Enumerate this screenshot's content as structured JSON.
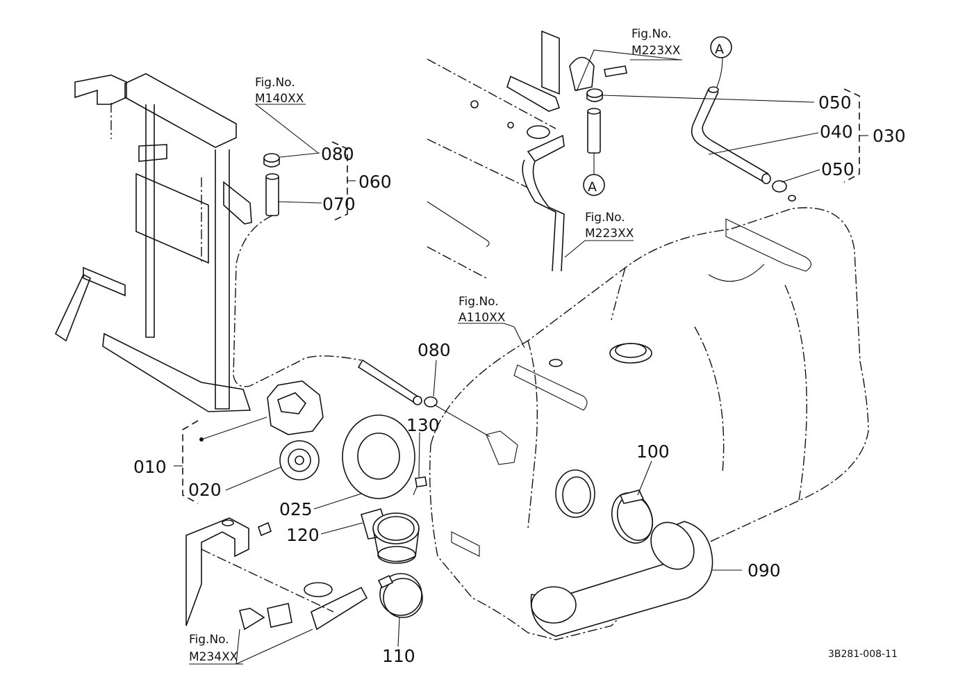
{
  "drawing_code": "3B281-008-11",
  "figure_refs": [
    {
      "id": "fig-m140",
      "caption": "Fig.No.",
      "number": "M140XX"
    },
    {
      "id": "fig-m223-top",
      "caption": "Fig.No.",
      "number": "M223XX"
    },
    {
      "id": "fig-m223-mid",
      "caption": "Fig.No.",
      "number": "M223XX"
    },
    {
      "id": "fig-a110",
      "caption": "Fig.No.",
      "number": "A110XX"
    },
    {
      "id": "fig-m234",
      "caption": "Fig.No.",
      "number": "M234XX"
    }
  ],
  "callouts": {
    "p010": "010",
    "p020": "020",
    "p025": "025",
    "p030": "030",
    "p040": "040",
    "p050a": "050",
    "p050b": "050",
    "p060": "060",
    "p070": "070",
    "p080a": "080",
    "p080b": "080",
    "p090": "090",
    "p100": "100",
    "p110": "110",
    "p120": "120",
    "p130": "130"
  },
  "connectors": {
    "a_top": "A",
    "a_bottom": "A"
  }
}
